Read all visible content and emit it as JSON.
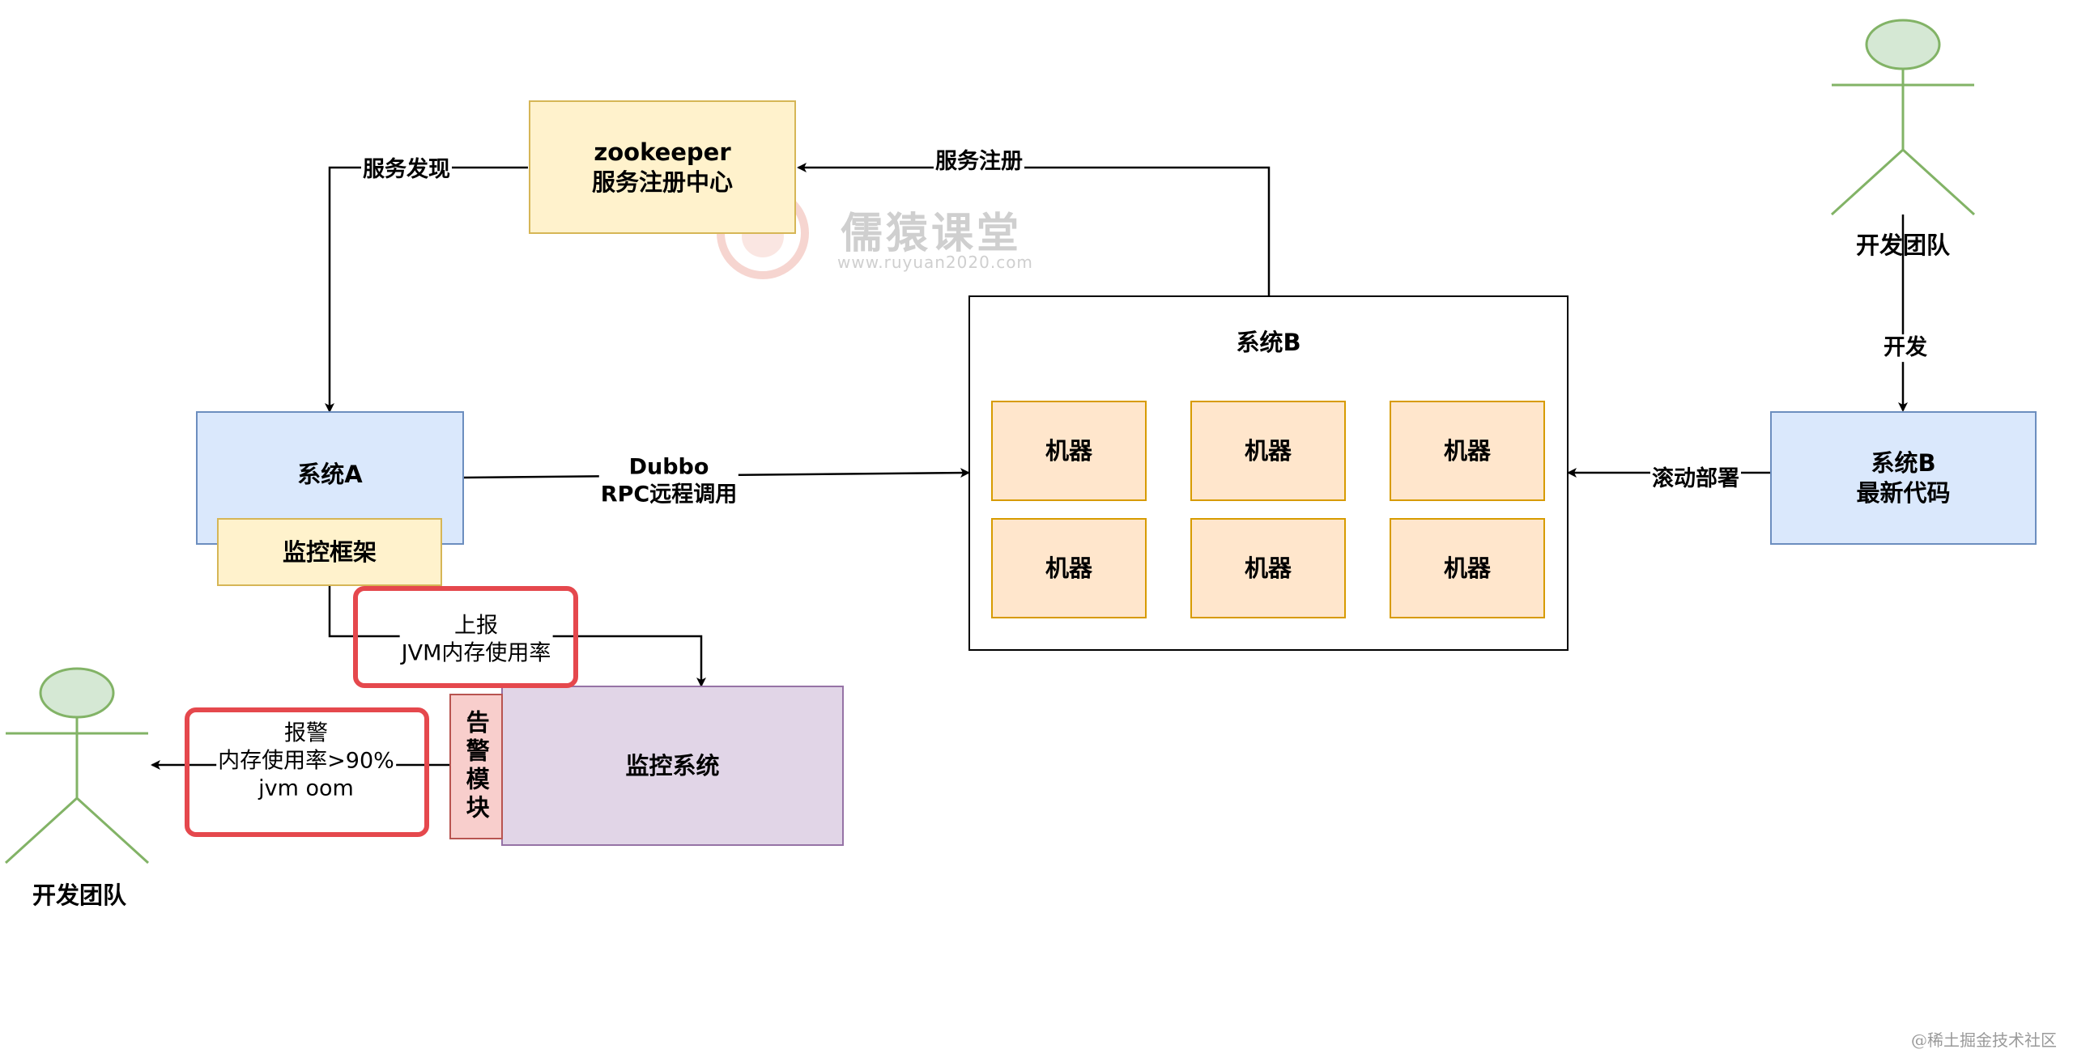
{
  "zookeeper": {
    "line1": "zookeeper",
    "line2": "服务注册中心"
  },
  "system_a": {
    "label": "系统A"
  },
  "monitor_framework": {
    "label": "监控框架"
  },
  "system_b": {
    "label": "系统B",
    "machines": [
      "机器",
      "机器",
      "机器",
      "机器",
      "机器",
      "机器"
    ]
  },
  "system_b_code": {
    "line1": "系统B",
    "line2": "最新代码"
  },
  "monitor_system": {
    "label": "监控系统"
  },
  "alarm_module": {
    "label": "告警模块"
  },
  "edges": {
    "service_discovery": "服务发现",
    "service_register": "服务注册",
    "dubbo_line1": "Dubbo",
    "dubbo_line2": "RPC远程调用",
    "rolling_deploy": "滚动部署",
    "develop": "开发",
    "report_line1": "上报",
    "report_line2": "JVM内存使用率",
    "alarm_line1": "报警",
    "alarm_line2": "内存使用率>90%",
    "alarm_line3": "jvm oom"
  },
  "actors": {
    "top_right": "开发团队",
    "bottom_left": "开发团队"
  },
  "watermark": {
    "title": "儒猿课堂",
    "url": "www.ruyuan2020.com"
  },
  "corner_watermark": "@稀土掘金技术社区",
  "colors": {
    "highlight": "#e5484d",
    "actor_head": "#d5e8d4",
    "actor_stroke": "#82b366"
  }
}
